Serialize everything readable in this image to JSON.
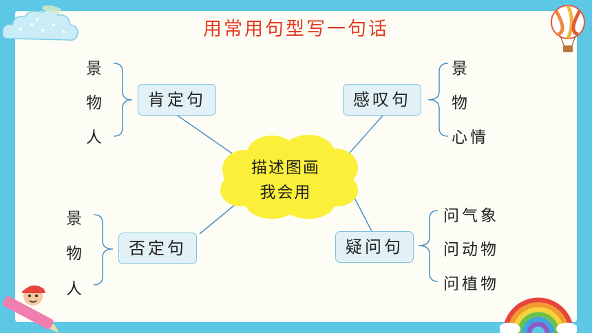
{
  "title": "用常用句型写一句话",
  "center": {
    "line1": "描述图画",
    "line2": "我会用"
  },
  "nodes": {
    "affirmative": {
      "label": "肯定句",
      "items": [
        "景",
        "物",
        "人"
      ]
    },
    "exclamatory": {
      "label": "感叹句",
      "items": [
        "景",
        "物",
        "心情"
      ]
    },
    "negative": {
      "label": "否定句",
      "items": [
        "景",
        "物",
        "人"
      ]
    },
    "question": {
      "label": "疑问句",
      "items": [
        "问气象",
        "问动物",
        "问植物"
      ]
    }
  },
  "colors": {
    "frame": "#5cc8e6",
    "title": "#e23a1f",
    "cloud": "#fbef39",
    "box_fill": "#e2f1f6",
    "box_border": "#7ec2dc",
    "line": "#4a8fc4"
  },
  "decorations": [
    "cloud-sticker",
    "hot-air-balloon-icon",
    "boy-with-pencil-icon",
    "rainbow-icon"
  ]
}
